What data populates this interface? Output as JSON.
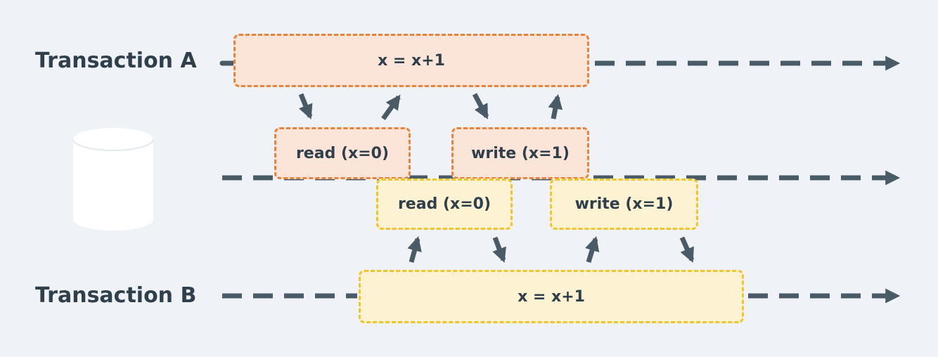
{
  "transactions": {
    "a": {
      "label": "Transaction A",
      "operation": "x = x+1"
    },
    "b": {
      "label": "Transaction B",
      "operation": "x = x+1"
    }
  },
  "database": {
    "icon": "database-cylinder-icon"
  },
  "steps": {
    "a_read": "read (x=0)",
    "a_write": "write (x=1)",
    "b_read": "read (x=0)",
    "b_write": "write (x=1)"
  },
  "colors": {
    "timeline": "#4a5b68",
    "transaction_a_border": "#e8833e",
    "transaction_a_fill": "#fbe5d8",
    "transaction_b_border": "#f2c42b",
    "transaction_b_fill": "#fdf2d1"
  }
}
